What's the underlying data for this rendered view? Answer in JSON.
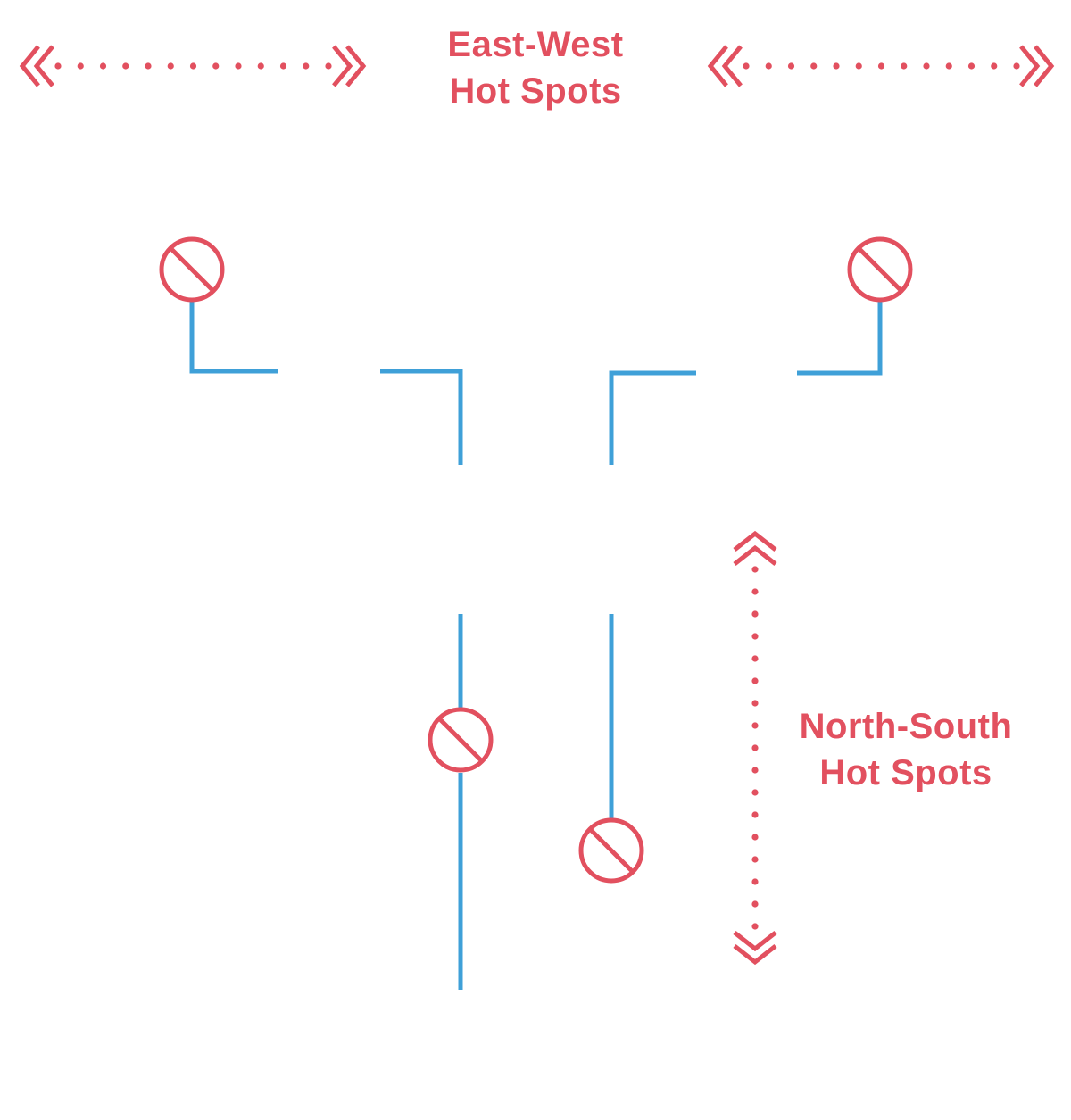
{
  "colors": {
    "wall": "#3fa0d8",
    "hotspot": "#e2505f",
    "background": "#ffffff"
  },
  "labels": {
    "east_west": {
      "line1": "East-West",
      "line2": "Hot Spots"
    },
    "north_south": {
      "line1": "North-South",
      "line2": "Hot Spots"
    }
  },
  "icons": {
    "hotspot": "no-entry-icon",
    "arrow_left": "double-chevron-left-icon",
    "arrow_right": "double-chevron-right-icon",
    "arrow_up": "double-chevron-up-icon",
    "arrow_down": "double-chevron-down-icon"
  }
}
